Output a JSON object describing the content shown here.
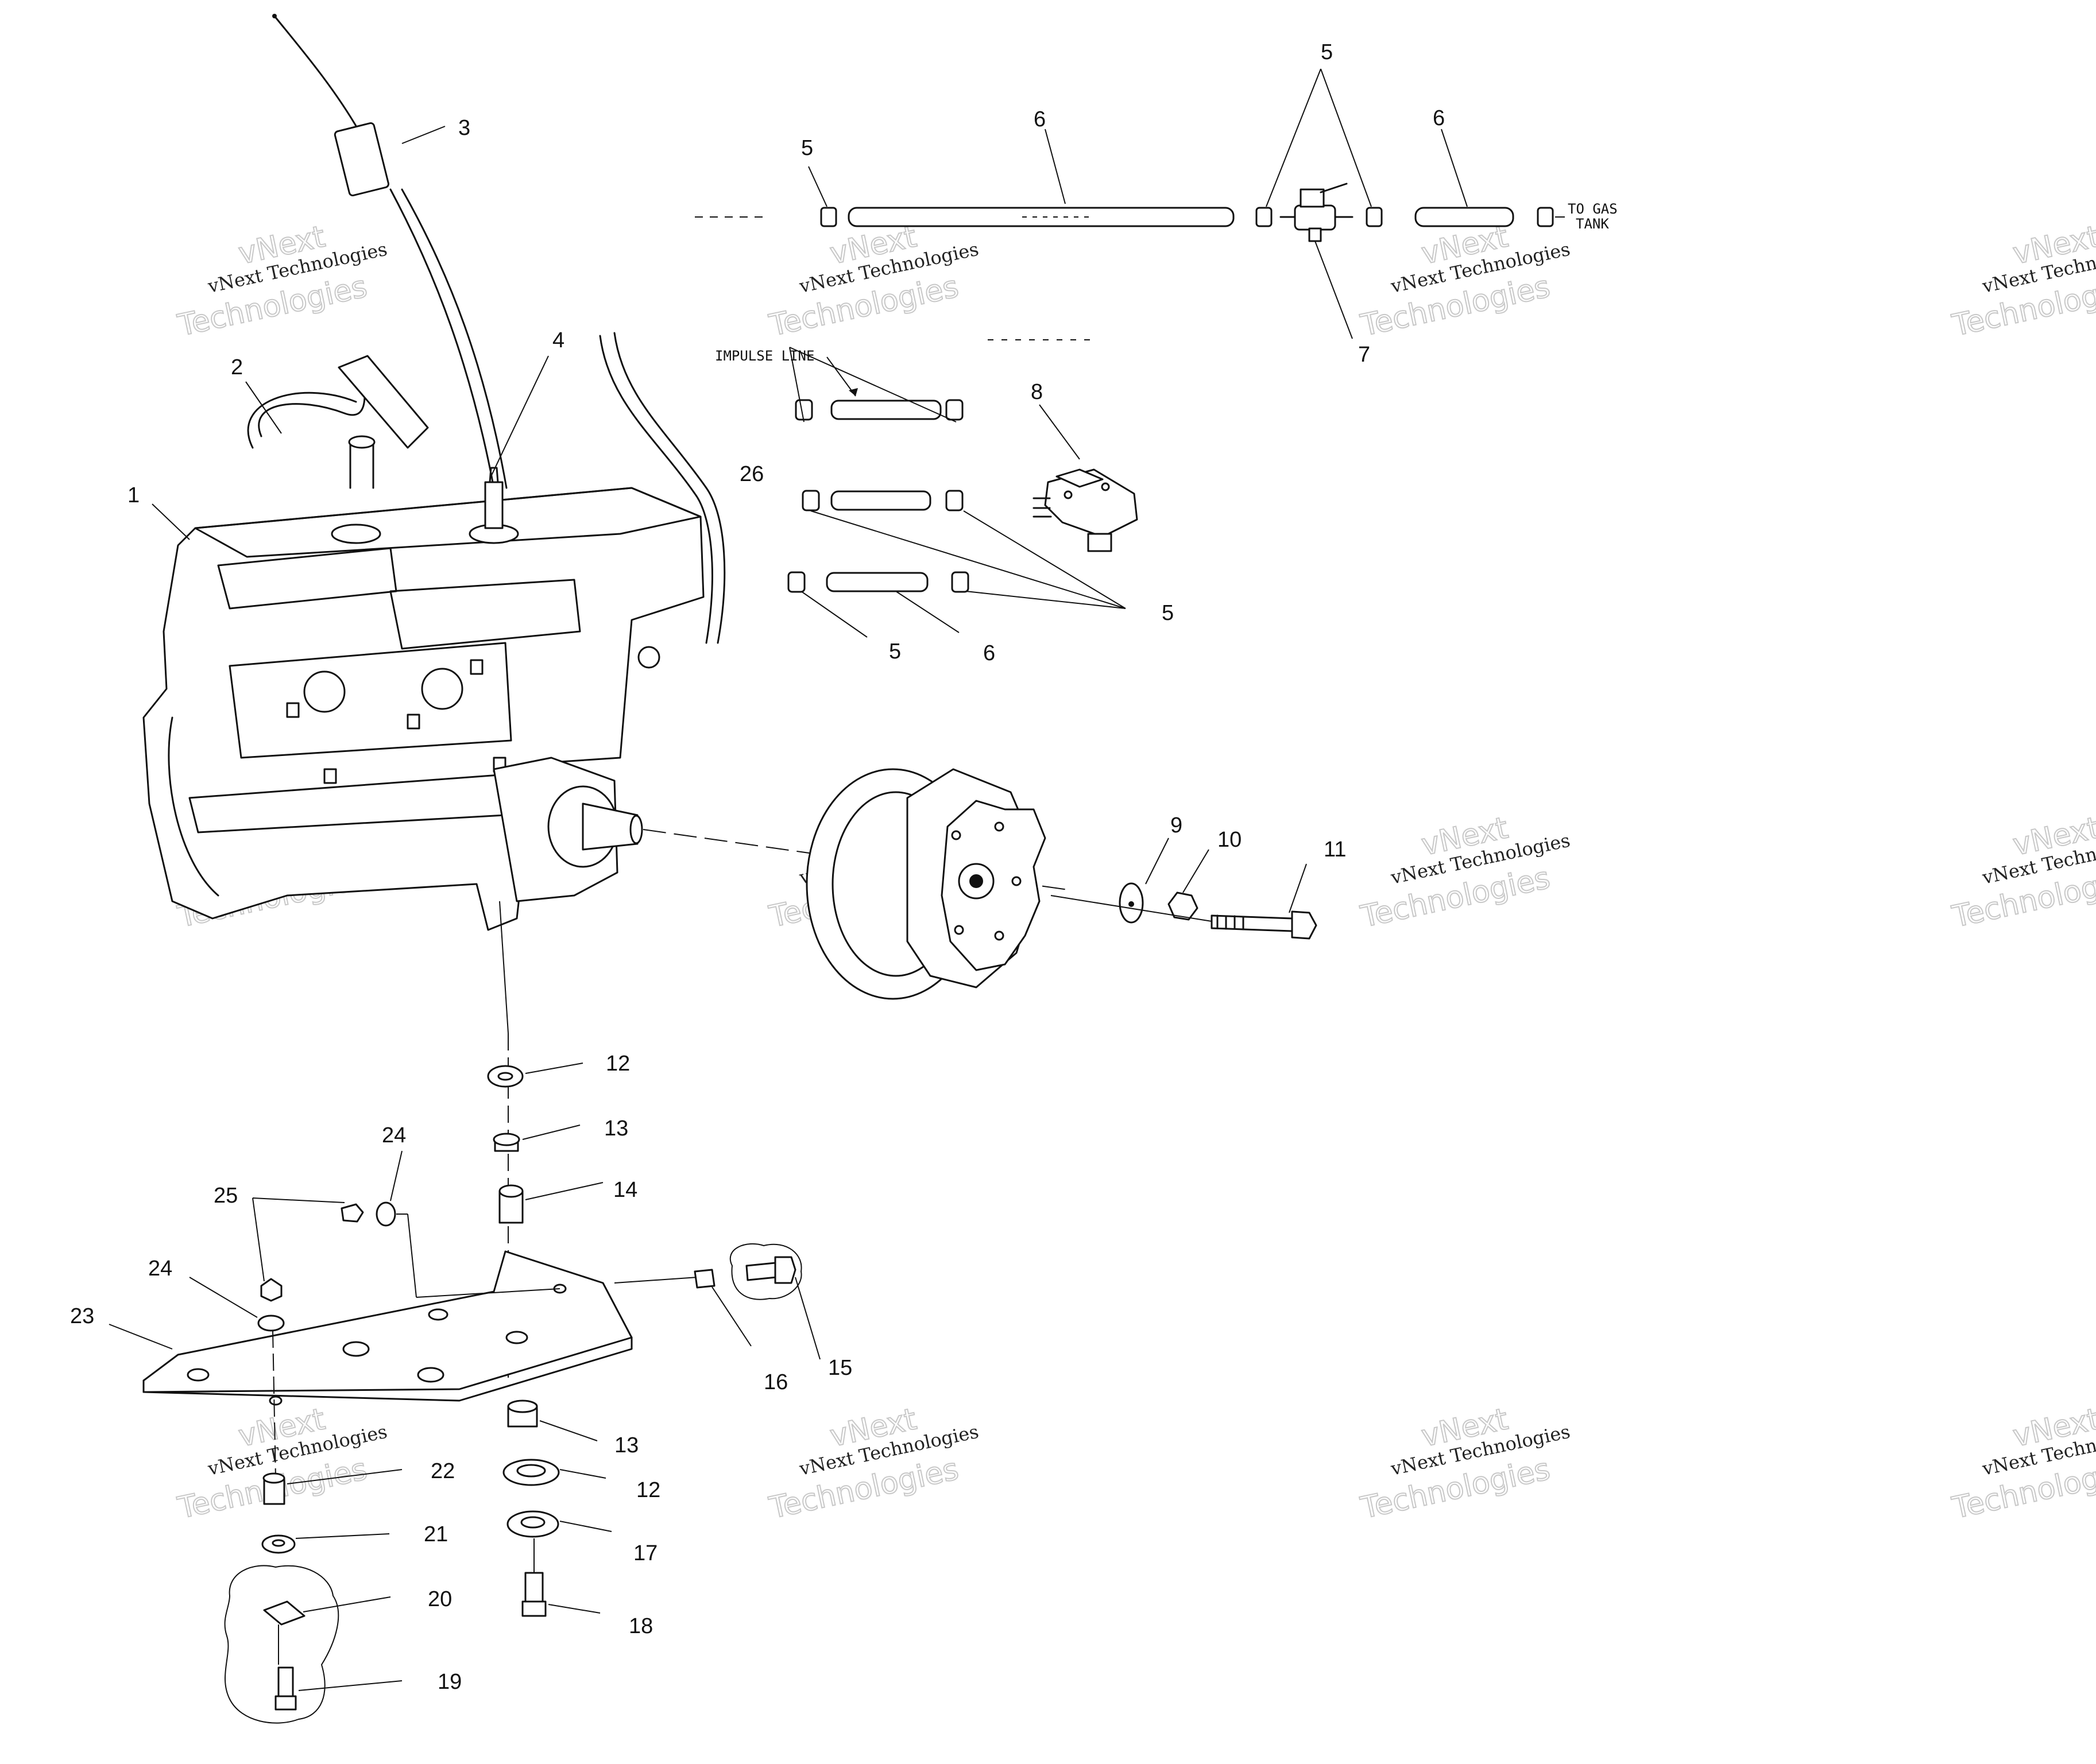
{
  "watermark": {
    "line1": "vNext Technologies",
    "line2": "Technologies",
    "line3": "vNext"
  },
  "notes": {
    "to_gas_tank_1": "TO GAS",
    "to_gas_tank_2": "TANK",
    "impulse_line": "IMPULSE LINE"
  },
  "callouts": {
    "c1": "1",
    "c2": "2",
    "c3": "3",
    "c4": "4",
    "c5a": "5",
    "c5b": "5",
    "c5c": "5",
    "c5d": "5",
    "c6a": "6",
    "c6b": "6",
    "c6c": "6",
    "c7": "7",
    "c8": "8",
    "c9": "9",
    "c10": "10",
    "c11": "11",
    "c12a": "12",
    "c12b": "12",
    "c13a": "13",
    "c13b": "13",
    "c14": "14",
    "c15": "15",
    "c16": "16",
    "c17": "17",
    "c18": "18",
    "c19": "19",
    "c20": "20",
    "c21": "21",
    "c22": "22",
    "c23": "23",
    "c24a": "24",
    "c24b": "24",
    "c25": "25",
    "c26": "26"
  }
}
